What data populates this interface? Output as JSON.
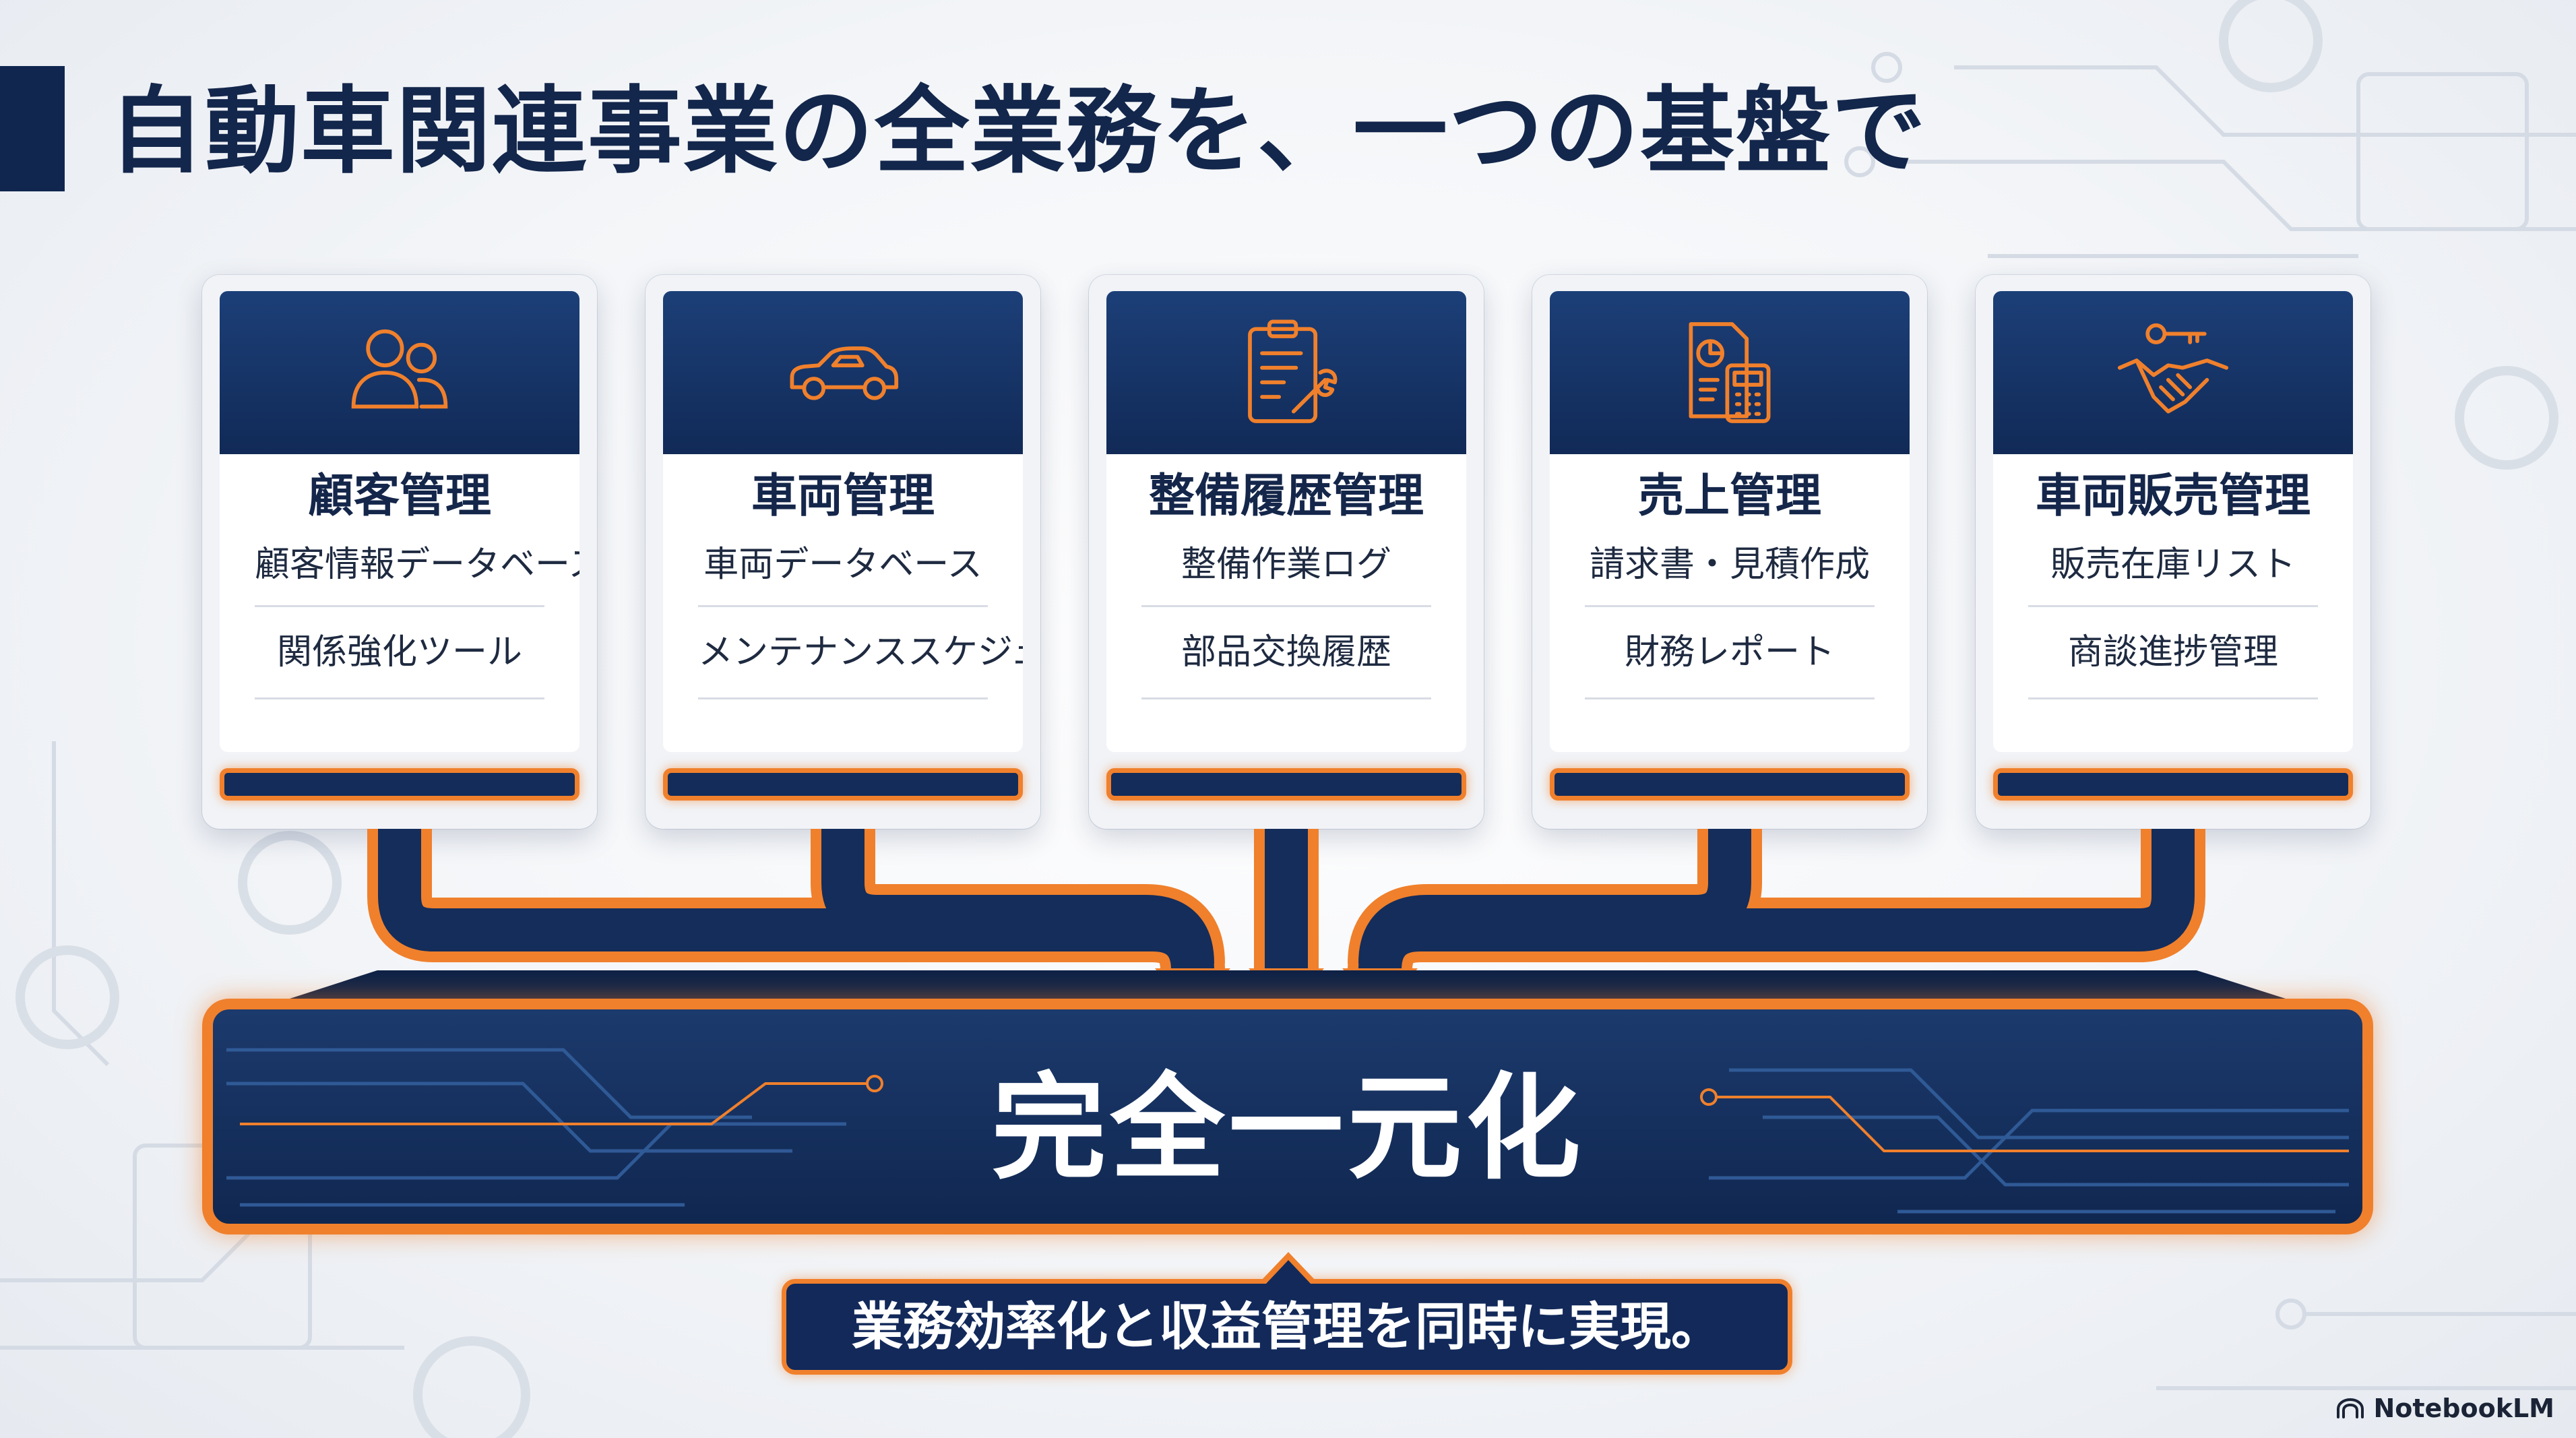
{
  "title": "自動車関連事業の全業務を、一つの基盤で",
  "cards": [
    {
      "icon": "customers-icon",
      "title": "顧客管理",
      "items": [
        "顧客情報データベース",
        "関係強化ツール"
      ]
    },
    {
      "icon": "car-icon",
      "title": "車両管理",
      "items": [
        "車両データベース",
        "メンテナンススケジュール"
      ]
    },
    {
      "icon": "clipboard-wrench-icon",
      "title": "整備履歴管理",
      "items": [
        "整備作業ログ",
        "部品交換履歴"
      ]
    },
    {
      "icon": "report-calculator-icon",
      "title": "売上管理",
      "items": [
        "請求書・見積作成",
        "財務レポート"
      ]
    },
    {
      "icon": "handshake-key-icon",
      "title": "車両販売管理",
      "items": [
        "販売在庫リスト",
        "商談進捗管理"
      ]
    }
  ],
  "hub_label": "完全一元化",
  "tagline": "業務効率化と収益管理を同時に実現。",
  "watermark": "NotebookLM",
  "colors": {
    "navy": "#13264b",
    "orange": "#f0802c",
    "background": "#f3f5f8"
  }
}
